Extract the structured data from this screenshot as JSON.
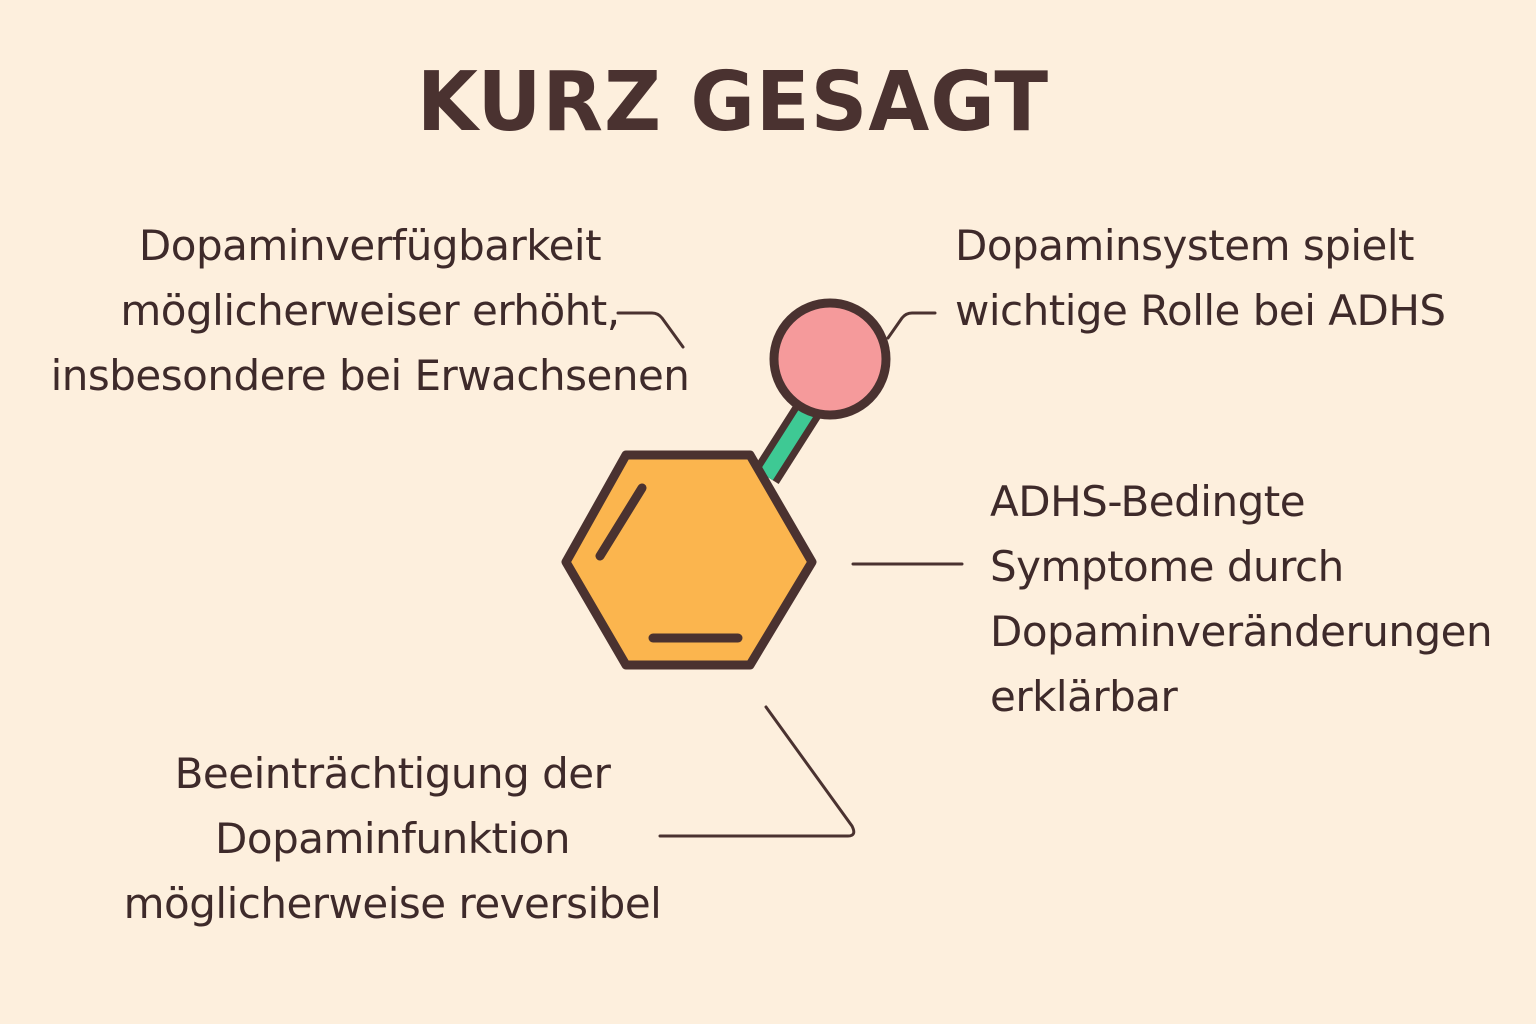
{
  "title": "KURZ GESAGT",
  "colors": {
    "background": "#fdefdd",
    "text": "#3e2a2a",
    "outline": "#4a3230",
    "hexagon_fill": "#fbb54e",
    "circle_fill": "#f59a9b",
    "bond_fill": "#3ec994"
  },
  "labels": {
    "top_left": {
      "lines": [
        "Dopaminverfügbarkeit",
        "möglicherweiser erhöht,",
        "insbesondere bei Erwachsenen"
      ]
    },
    "top_right": {
      "lines": [
        "Dopaminsystem spielt",
        "wichtige Rolle bei ADHS"
      ]
    },
    "right": {
      "lines": [
        "ADHS-Bedingte",
        "Symptome durch",
        "Dopaminveränderungen",
        "erklärbar"
      ]
    },
    "bottom_left": {
      "lines": [
        "Beeinträchtigung der",
        "Dopaminfunktion",
        "möglicherweise reversibel"
      ]
    }
  },
  "diagram": {
    "molecule": "hexagon-ring-with-circle-substituent",
    "icons": [
      "hexagon-ring-icon",
      "circle-atom-icon",
      "bond-icon"
    ]
  }
}
